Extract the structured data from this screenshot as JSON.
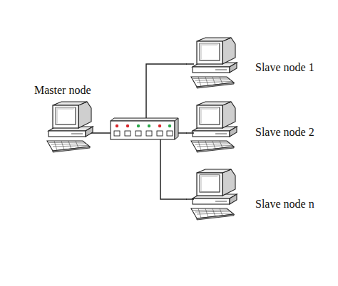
{
  "diagram": {
    "nodes": [
      {
        "text": [
          "Master node"
        ]
      },
      {
        "text": [
          "Slave node 1"
        ]
      },
      {
        "text": [
          "Slave node 2"
        ]
      },
      {
        "text": [
          "Slave node n"
        ]
      }
    ],
    "edges": [
      {
        "from": 0,
        "to": 1,
        "arrow": "none"
      },
      {
        "from": 0,
        "to": 2,
        "arrow": "none"
      },
      {
        "from": 0,
        "to": 3,
        "arrow": "none"
      }
    ]
  }
}
